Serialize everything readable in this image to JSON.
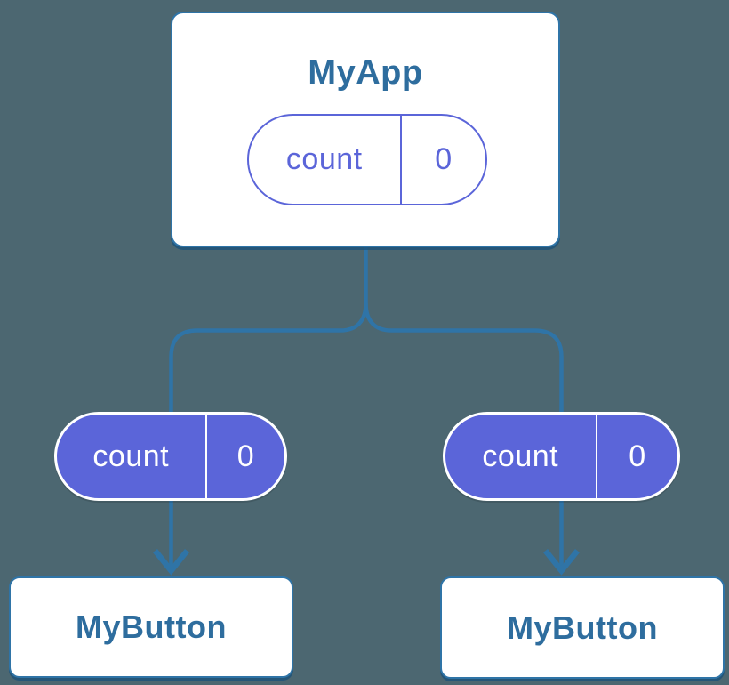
{
  "colors": {
    "background": "#4C6771",
    "connector": "#2F74A7",
    "card_border": "#2F74A7",
    "card_bg": "#FFFFFF",
    "title_text": "#2E6D9E",
    "state_purple": "#5B65D9",
    "pill_text_light": "#FFFFFF"
  },
  "tree": {
    "root": {
      "title": "MyApp",
      "state": {
        "name": "count",
        "value": "0"
      }
    },
    "children": [
      {
        "title": "MyButton",
        "prop": {
          "name": "count",
          "value": "0"
        }
      },
      {
        "title": "MyButton",
        "prop": {
          "name": "count",
          "value": "0"
        }
      }
    ]
  }
}
